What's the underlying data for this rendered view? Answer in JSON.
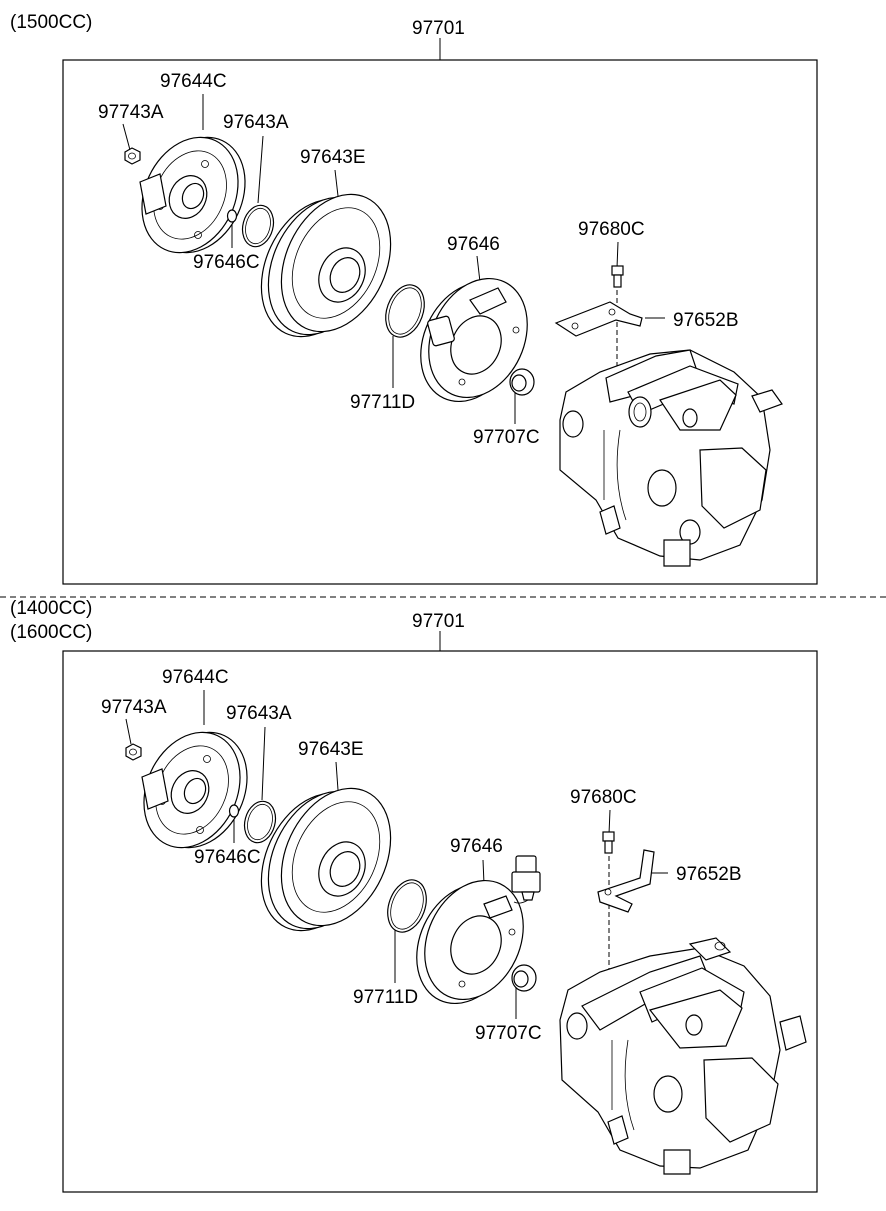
{
  "sections": [
    {
      "variants": [
        "(1500CC)"
      ],
      "assembly": "97701",
      "callouts": {
        "hub_nut": "97743A",
        "disc_hub": "97644C",
        "snap_ring": "97643A",
        "shim": "97646C",
        "pulley": "97643E",
        "pulley_snap_ring": "97711D",
        "field_coil": "97646",
        "shaft_seal": "97707C",
        "bracket_bolt": "97680C",
        "bracket": "97652B"
      }
    },
    {
      "variants": [
        "(1400CC)",
        "(1600CC)"
      ],
      "assembly": "97701",
      "callouts": {
        "hub_nut": "97743A",
        "disc_hub": "97644C",
        "snap_ring": "97643A",
        "shim": "97646C",
        "pulley": "97643E",
        "pulley_snap_ring": "97711D",
        "field_coil": "97646",
        "shaft_seal": "97707C",
        "bracket_bolt": "97680C",
        "bracket": "97652B"
      }
    }
  ]
}
